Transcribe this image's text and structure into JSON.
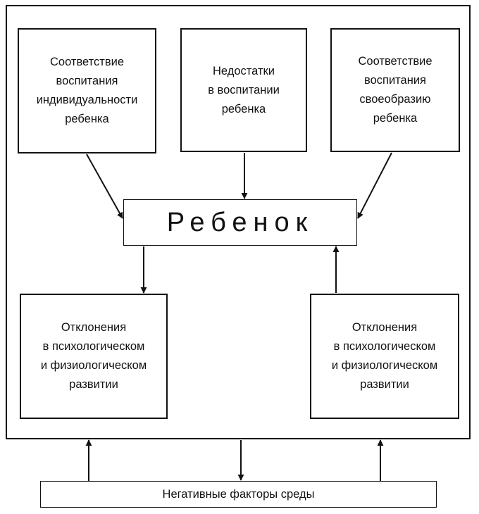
{
  "boxes": {
    "top_left": "Соответствие\nвоспитания\nиндивидуальности\nребенка",
    "top_center": "Недостатки\nв воспитании\nребенка",
    "top_right": "Соответствие\nвоспитания\nсвоеобразию\nребенка",
    "center": "Ребенок",
    "bottom_left": "Отклонения\nв психологическом\nи физиологическом\nразвитии",
    "bottom_right": "Отклонения\nв психологическом\nи физиологическом\nразвитии",
    "environment": "Негативные факторы среды"
  }
}
